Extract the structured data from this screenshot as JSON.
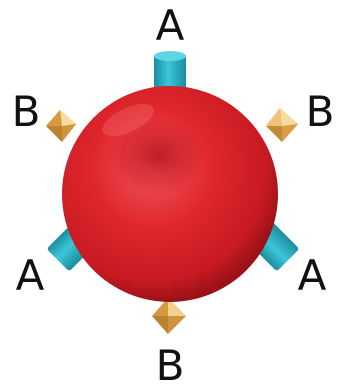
{
  "labels": {
    "top": "A",
    "upper_left": "B",
    "upper_right": "B",
    "lower_left": "A",
    "lower_right": "A",
    "bottom": "B"
  },
  "colors": {
    "cell_light": "#ef4b4f",
    "cell_mid": "#dd262c",
    "cell_dark": "#a5141b",
    "cell_center": "#bf1d24",
    "antigen_a": "#2bb6c9",
    "antigen_a_dark": "#1a8ea0",
    "antigen_b": "#e8b45a",
    "antigen_b_light": "#f6dca0",
    "antigen_b_dark": "#b9842f",
    "text": "#111111"
  }
}
